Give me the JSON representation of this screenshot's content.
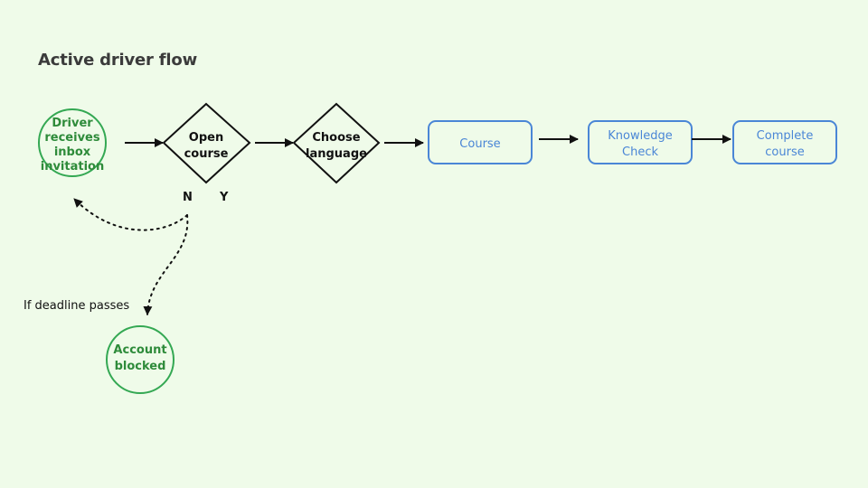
{
  "title": "Active driver flow",
  "nodes": {
    "driver_invite": {
      "lines": [
        "Driver",
        "receives",
        "inbox",
        "invitation"
      ],
      "shape": "circle",
      "color": "#34a853"
    },
    "open_course": {
      "lines": [
        "Open",
        "course"
      ],
      "shape": "diamond",
      "color": "#111111"
    },
    "choose_language": {
      "lines": [
        "Choose",
        "language"
      ],
      "shape": "diamond",
      "color": "#111111"
    },
    "course": {
      "lines": [
        "Course"
      ],
      "shape": "rounded-rect",
      "color": "#4a86d6"
    },
    "knowledge_check": {
      "lines": [
        "Knowledge",
        "Check"
      ],
      "shape": "rounded-rect",
      "color": "#4a86d6"
    },
    "complete_course": {
      "lines": [
        "Complete",
        "course"
      ],
      "shape": "rounded-rect",
      "color": "#4a86d6"
    },
    "account_blocked": {
      "lines": [
        "Account",
        "blocked"
      ],
      "shape": "circle",
      "color": "#34a853"
    }
  },
  "branch_labels": {
    "no": "N",
    "yes": "Y"
  },
  "deadline_label": "If deadline passes"
}
